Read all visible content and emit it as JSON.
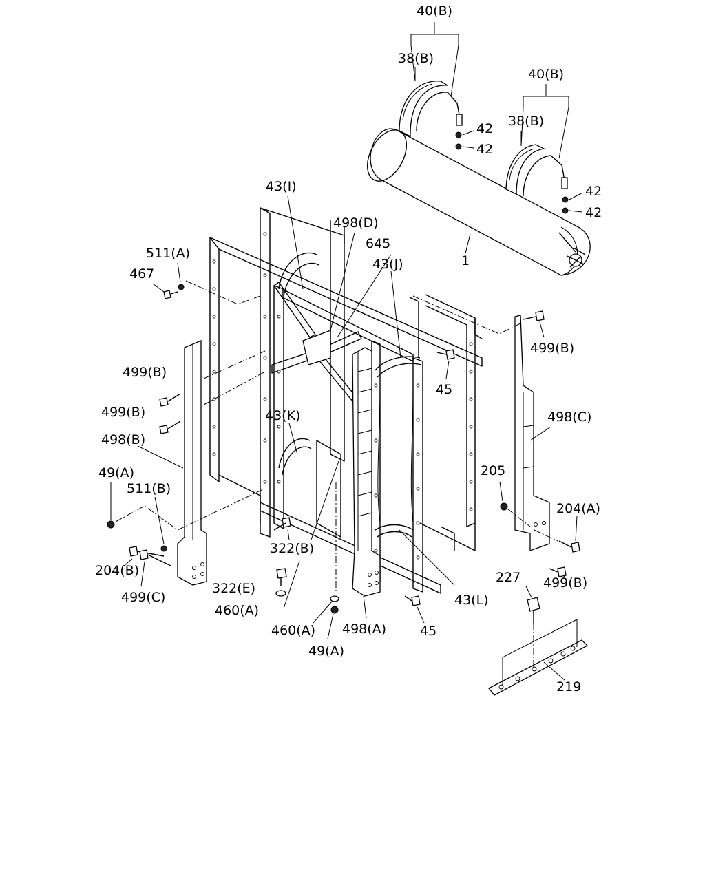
{
  "labels": {
    "l_40b_a": "40(B)",
    "l_38b_a": "38(B)",
    "l_42_a": "42",
    "l_42_b": "42",
    "l_40b_b": "40(B)",
    "l_38b_b": "38(B)",
    "l_42_c": "42",
    "l_42_d": "42",
    "l_1": "1",
    "l_43i": "43(I)",
    "l_498d": "498(D)",
    "l_645": "645",
    "l_43j": "43(J)",
    "l_511a": "511(A)",
    "l_467": "467",
    "l_499b_a": "499(B)",
    "l_45_a": "45",
    "l_499b_b": "499(B)",
    "l_499b_c": "499(B)",
    "l_43k": "43(K)",
    "l_498c": "498(C)",
    "l_498b": "498(B)",
    "l_205": "205",
    "l_49a_a": "49(A)",
    "l_511b": "511(B)",
    "l_204a": "204(A)",
    "l_322b": "322(B)",
    "l_204b": "204(B)",
    "l_499b_d": "499(B)",
    "l_227": "227",
    "l_322e": "322(E)",
    "l_499c": "499(C)",
    "l_43l": "43(L)",
    "l_460a_a": "460(A)",
    "l_460a_b": "460(A)",
    "l_498a": "498(A)",
    "l_45_b": "45",
    "l_49a_b": "49(A)",
    "l_219": "219"
  }
}
